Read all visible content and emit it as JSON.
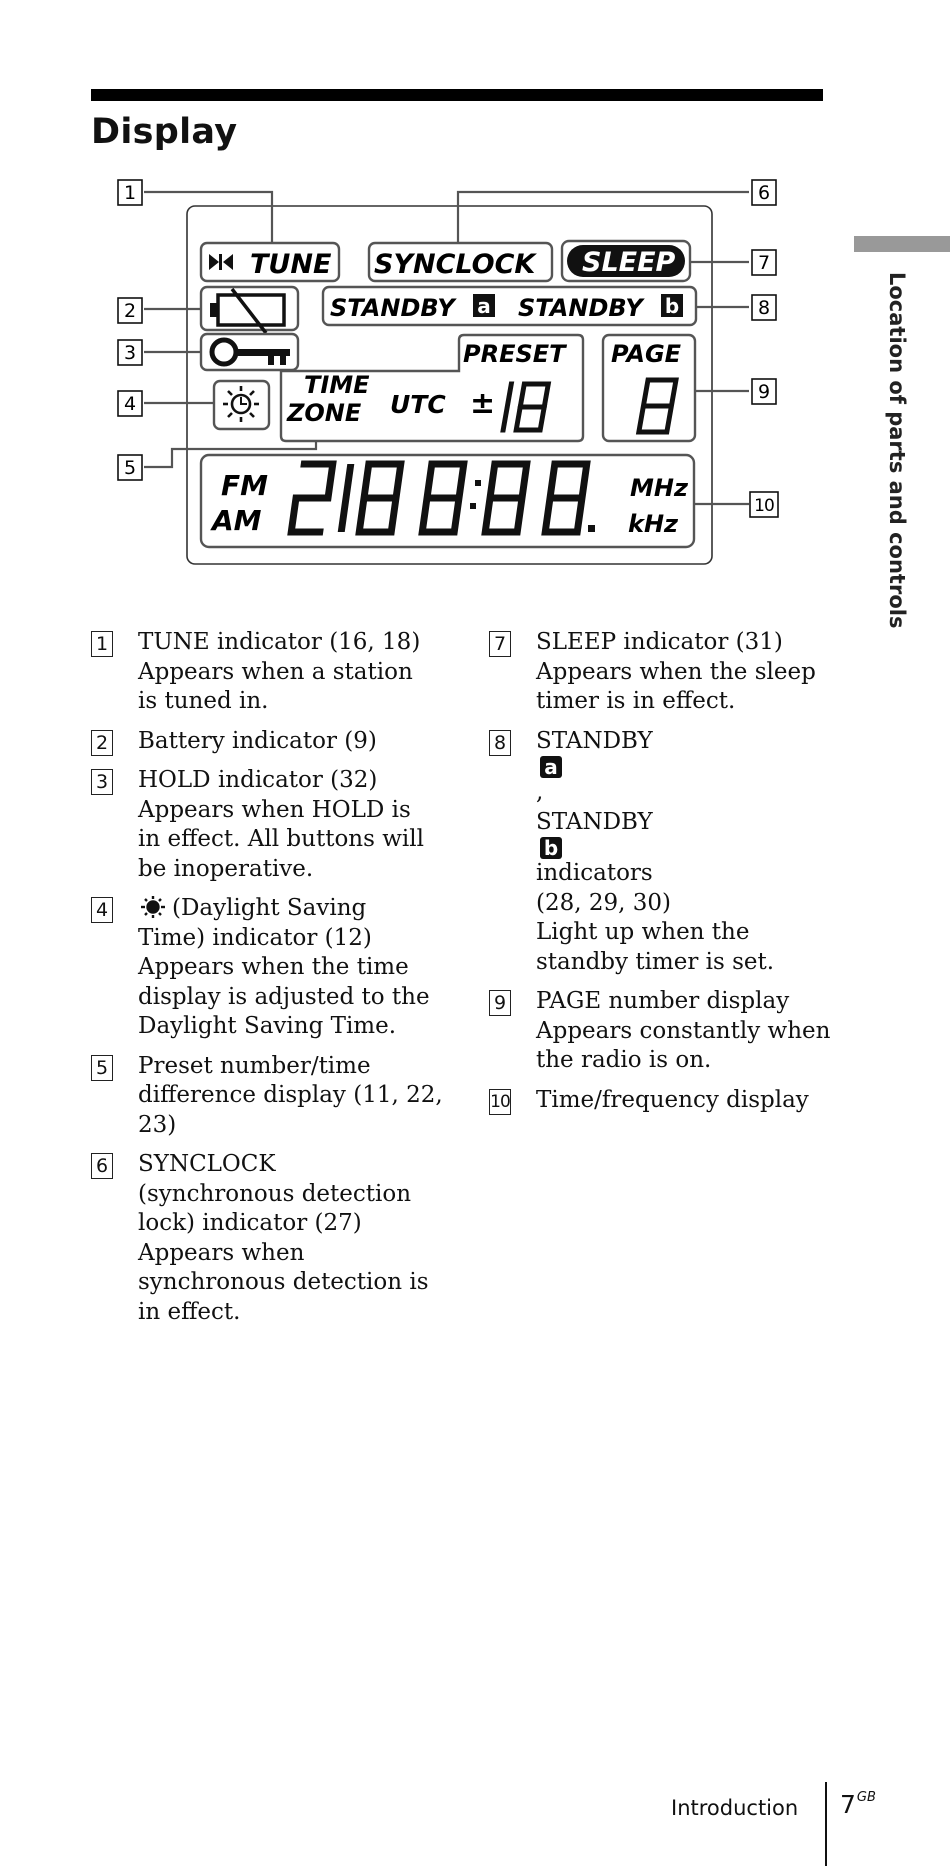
{
  "page": {
    "title": "Display",
    "side_label": "Location of parts and controls",
    "footer": {
      "section": "Introduction",
      "page_number": "7",
      "page_suffix": "GB"
    }
  },
  "display": {
    "tune": "TUNE",
    "synclock": "SYNCLOCK",
    "sleep": "SLEEP",
    "standby": "STANDBY",
    "standby_a": "a",
    "standby_b": "b",
    "preset": "PRESET",
    "page": "PAGE",
    "time": "TIME",
    "zone": "ZONE",
    "utc": "UTC",
    "plus_minus": "±",
    "fm": "FM",
    "am": "AM",
    "mhz": "MHz",
    "khz": "kHz",
    "callouts": [
      "1",
      "2",
      "3",
      "4",
      "5",
      "6",
      "7",
      "8",
      "9",
      "10"
    ]
  },
  "left_items": [
    {
      "num": "1",
      "lines": [
        "TUNE indicator (16, 18)",
        "Appears when a station",
        "is tuned in."
      ]
    },
    {
      "num": "2",
      "lines": [
        "Battery indicator (9)"
      ]
    },
    {
      "num": "3",
      "lines": [
        "HOLD indicator (32)",
        "Appears when HOLD is",
        "in effect. All buttons will",
        "be inoperative."
      ]
    },
    {
      "num": "4",
      "first": "(Daylight Saving",
      "lines": [
        "Time) indicator (12)",
        "Appears when the time",
        "display is adjusted to the",
        "Daylight Saving Time."
      ]
    },
    {
      "num": "5",
      "lines": [
        "Preset number/time",
        "difference display (11, 22,",
        "23)"
      ]
    },
    {
      "num": "6",
      "lines": [
        "SYNCLOCK",
        "(synchronous detection",
        "lock) indicator (27)",
        "Appears when",
        "synchronous detection is",
        "in effect."
      ]
    }
  ],
  "right_items": [
    {
      "num": "7",
      "lines": [
        "SLEEP indicator (31)",
        "Appears when the sleep",
        "timer is in effect."
      ]
    },
    {
      "num": "8",
      "line1": "STANDBY",
      "line1_chip": "a",
      "line1_end": ",",
      "line2": "STANDBY",
      "line2_chip": "b",
      "line2_end": "indicators",
      "lines": [
        "(28, 29, 30)",
        "Light up when the",
        "standby timer is set."
      ]
    },
    {
      "num": "9",
      "lines": [
        "PAGE number display",
        "Appears constantly when",
        "the radio is on."
      ]
    },
    {
      "num": "10",
      "lines": [
        "Time/frequency display"
      ]
    }
  ]
}
